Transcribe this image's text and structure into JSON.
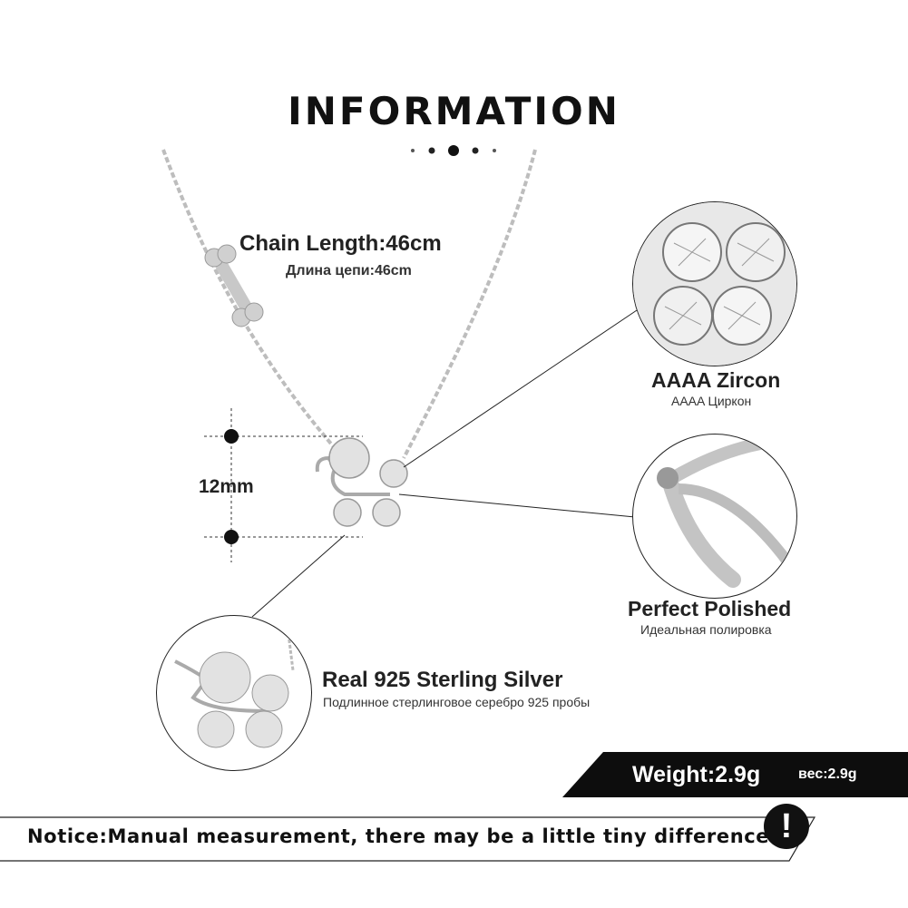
{
  "header": {
    "title": "INFORMATION"
  },
  "chain": {
    "length_en": "Chain Length:46cm",
    "length_ru": "Длина цепи:46cm"
  },
  "pendant": {
    "size": "12mm"
  },
  "features": {
    "zircon": {
      "title": "AAAA Zircon",
      "sub": "AAAA Циркон"
    },
    "polish": {
      "title": "Perfect  Polished",
      "sub": "Идеальная полировка"
    },
    "silver": {
      "title": "Real 925  Sterling  Silver",
      "sub": "Подлинное стерлинговое серебро 925 пробы"
    }
  },
  "weight": {
    "en": "Weight:2.9g",
    "ru": "вес:2.9g"
  },
  "notice": {
    "text": "Notice:Manual measurement, there may be a little tiny difference.",
    "icon_symbol": "!"
  },
  "colors": {
    "dark": "#111111",
    "silver": "#b8b8b8",
    "line": "#222222"
  },
  "icons": {
    "notice": "exclamation-icon"
  }
}
